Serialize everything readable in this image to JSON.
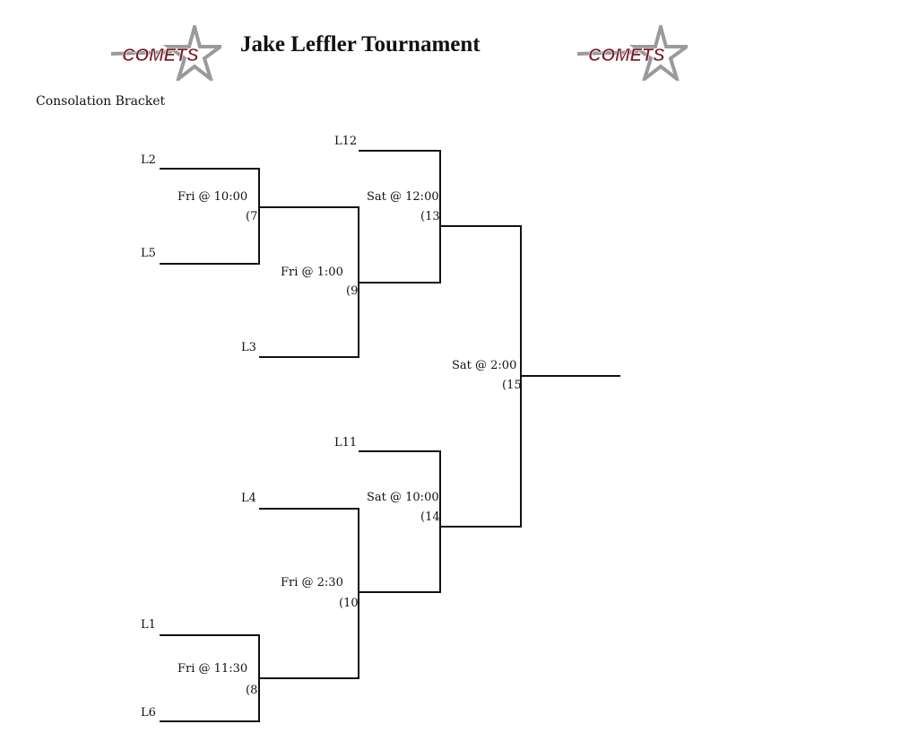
{
  "title": "Jake Leffler Tournament",
  "subtitle": "Consolation Bracket",
  "logo_text": "COMETS",
  "colors": {
    "logo_maroon": "#7a1e2a",
    "logo_gray": "#9a9a9a"
  },
  "seeds": {
    "L2": "L2",
    "L5": "L5",
    "L3": "L3",
    "L12": "L12",
    "L11": "L11",
    "L4": "L4",
    "L1": "L1",
    "L6": "L6"
  },
  "games": [
    {
      "time": "Fri @ 10:00",
      "num": "(7"
    },
    {
      "time": "Fri @ 1:00",
      "num": "(9"
    },
    {
      "time": "Sat @ 12:00",
      "num": "(13"
    },
    {
      "time": "Sat @ 2:00",
      "num": "(15"
    },
    {
      "time": "Sat @ 10:00",
      "num": "(14"
    },
    {
      "time": "Fri @ 2:30",
      "num": "(10"
    },
    {
      "time": "Fri @ 11:30",
      "num": "(8"
    }
  ]
}
